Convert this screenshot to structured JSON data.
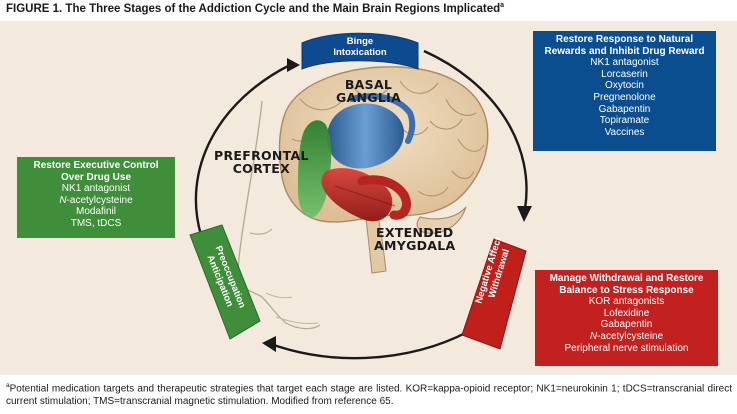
{
  "figure": {
    "title": "FIGURE 1.  The Three Stages of the Addiction Cycle and the Main Brain Regions Implicated",
    "title_sup": "a"
  },
  "stages": {
    "binge": [
      "Binge",
      "Intoxication"
    ],
    "negative": [
      "Negative Affect",
      "Withdrawal"
    ],
    "preoccupation": [
      "Preoccupation",
      "Anticipation"
    ]
  },
  "regions": {
    "basal_ganglia": [
      "BASAL",
      "GANGLIA"
    ],
    "prefrontal": [
      "PREFRONTAL",
      "CORTEX"
    ],
    "amygdala": [
      "EXTENDED",
      "AMYGDALA"
    ]
  },
  "boxes": {
    "binge": {
      "title": [
        "Restore Response to Natural",
        "Rewards and Inhibit Drug Reward"
      ],
      "items": [
        "NK1 antagonist",
        "Lorcaserin",
        "Oxytocin",
        "Pregnenolone",
        "Gabapentin",
        "Topiramate",
        "Vaccines"
      ]
    },
    "executive": {
      "title": [
        "Restore Executive Control",
        "Over Drug Use"
      ],
      "items": [
        "NK1 antagonist",
        "N-acetylcysteine",
        "Modafinil",
        "TMS, tDCS"
      ]
    },
    "withdrawal": {
      "title": [
        "Manage Withdrawal and Restore",
        "Balance to Stress Response"
      ],
      "items": [
        "KOR antagonists",
        "Lofexidine",
        "Gabapentin",
        "N-acetylcysteine",
        "Peripheral nerve stimulation"
      ]
    }
  },
  "footnote": {
    "sup": "a",
    "text": "Potential medication targets and therapeutic strategies that target each stage are listed. KOR=kappa-opioid receptor; NK1=neurokinin 1; tDCS=transcranial direct current stimulation; TMS=transcranial magnetic stimulation. Modified from reference 65."
  },
  "colors": {
    "background": "#f3e9dc",
    "blue": "#0b4e8f",
    "green": "#3e8e3a",
    "red": "#c2211f"
  }
}
